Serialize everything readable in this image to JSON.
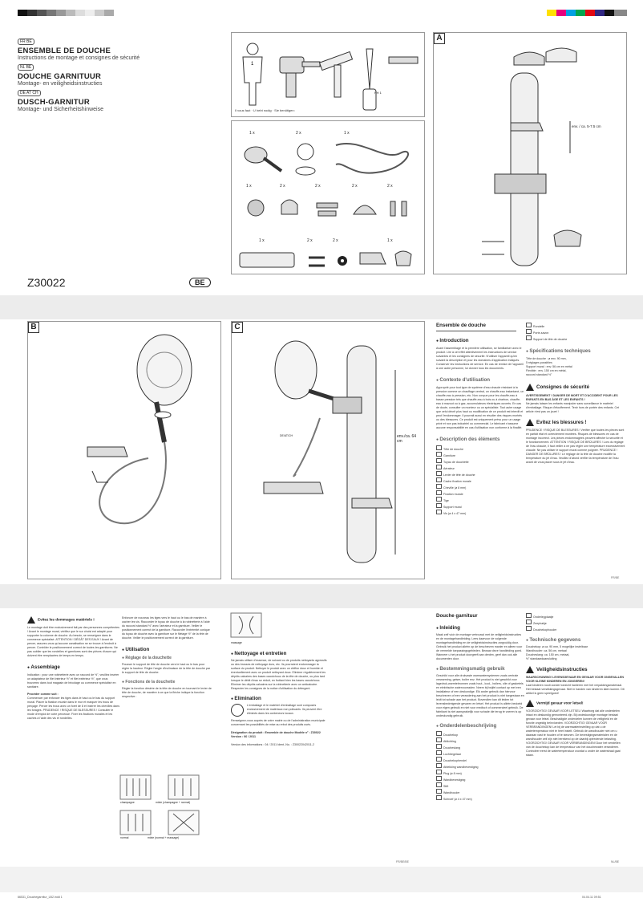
{
  "header": {
    "title_fr": "ENSEMBLE DE DOUCHE",
    "sub_fr": "Instructions de montage et consignes de sécurité",
    "title_nl": "DOUCHE GARNITUUR",
    "sub_nl": "Montage- en veiligheidsinstructies",
    "title_de": "DUSCH-GARNITUR",
    "sub_de": "Montage- und Sicherheitshinweise",
    "badges_fr": "FR BE",
    "badges_nl": "NL BE",
    "badges_de": "DE AT CH"
  },
  "model": "Z30022",
  "country_badge": "BE",
  "panel_labels": {
    "a": "A",
    "b": "B",
    "c": "C"
  },
  "tools_caption": "Il vous faut · U hebt nodig · Sie benötigen:",
  "tool_label": "PH 1",
  "counts": [
    "1 x",
    "2 x",
    "1 x",
    "1 x",
    "2 x",
    "2 x",
    "2 x",
    "2 x",
    "1 x",
    "2 x",
    "2 x",
    "1 x"
  ],
  "dimension_a": "env. / ca. 5-7.5 cm",
  "dimension_c": "env./ca. 64 cm",
  "dim_small": "DE/AT/CH",
  "fr": {
    "heading": "Ensemble de douche",
    "intro_title": "Introduction",
    "intro_text": "Avant l'assemblage et la première utilisation, se familiariser avec le produit. Lire à cet effet attentivement les instructions de service suivantes et les consignes de sécurité. N'utiliser l'appareil qu'en suivant la description et pour les domaines d'application indiqués. Conserver les instructions de service. En cas de remise de l'appareil à une autre personne, lui donner tous les documents.",
    "context_title": "Contexte d'utilisation",
    "context_text": "Approprié pour tout type de système d'eau chaude résistant à la pression comme un chauffage central, un chauffe-eau instantané, un chauffe-eau à pression, etc. Non conçue pour les chauffe-eau à basse pression tels que chauffe-eau à bois ou à charbon, chauffe-eau à mazout ou à gaz, accumulateurs électriques ouverts. En cas de doute, consulter un monteur ou un spécialiste. Tout autre usage que celui décrit plus haut ou modification de ce produit est interdit et peut l'endommager. Il pourrait aussi en résulter des risques mortels ou des blessures. Ce produit est uniquement prévu pour un usage privé et non pas industriel ou commercial. Le fabricant n'assume aucune responsabilité en cas d'utilisation non conforme à la finalité.",
    "parts_title": "Description des éléments",
    "parts": [
      "Tête de douche",
      "Garniture",
      "Tuyau de douchette",
      "Aérateur",
      "Levier de tête de douche",
      "Cache fixation murale",
      "Cheville (ø 8 mm)",
      "Fixation murale",
      "Tige",
      "Support mural",
      "Vis (ø 4 x 47 mm)"
    ],
    "parts_right": [
      "Rondelle",
      "Porte-savon",
      "Support de tête de douche"
    ],
    "spec_title": "Spécifications techniques",
    "spec_lines": [
      "Tête de douche :    ø env. 90 mm,",
      "5 réglages possibles",
      "Support mural :    env. 56 cm en métal",
      "Flexible :    env. 150 cm en métal,",
      "raccord standard ½\""
    ],
    "safety_title": "Consignes de sécurité",
    "danger_line": "AVERTISSEMENT ! DANGER DE MORT ET D'ACCIDENT POUR LES ENFANTS EN BAS ÂGE ET LES ENFANTS !",
    "danger_text": "Ne jamais laisser les enfants manipuler sans surveillance le matériel d'emballage. Risque d'étouffement. Tenir hors de portée des enfants. Cet article n'est pas un jouet !",
    "injury_title": "Evitez les blessures !",
    "injury_text": "PRUDENCE ! RISQUE DE BLESSURES ! Vérifier que toutes les pièces sont en parfait état et correctement montées. Risques de blessures en cas de montage incorrect. Les pièces endommagées peuvent affecter la sécurité et le fonctionnement. ATTENTION ! RISQUE DE BRÛLURES ! Lors du réglage de l'eau chaude, il faut veiller à ne pas régler une température excessivement chaude. Ne pas utiliser le support mural comme poignée. PRUDENCE ! DANGER DE BRÛLURES ! Le réglage de la tête de douche modifie la température du jet d'eau. Veuillez d'abord vérifier la température de l'eau avant de vous placer sous le jet d'eau.",
    "page_num": "FR/BE",
    "col1_title": "Evitez les dommages matériels !",
    "col1_text": "Le montage doit être exclusivement fait par des personnes compétentes ! Avant le montage mural, vérifiez que le sur choisi est adapté pour supporter la colonne de douche. Au besoin, se renseigner dans le commerce spécialisé. ATTENTION ! DÉGÂT DES EAUX ! Avant de percer, assurez-vous qu'aucune canalisation ne se trouve à l'endroit à percer. Contrôler le positionnement correct de toutes les garnitures. Ne pas oublier que les rondelles et garnitures sont des pièces d'usure qui doivent être remplacées de temps en temps.",
    "assembly_title": "Assemblage",
    "assembly_text": "Indication : pour une robinetterie avec un raccord de ½\", veuillez insérer un adaptateur de filet intérieur ½\" et filet extérieur ½\", que vous trouverez dans tout magasin de bricolage ou commerce spécialisé en sanitaire.",
    "proceed_title": "Procéder comme suit :",
    "proceed_text": "Commencer par enfoncer les tiges dans le haut ou le bas du support mural. Placer la fixation murale dans le mur et marquer les trous de perçage. Percer les trous avec un foret de 8 et insérer les chevilles dans les forages. PRUDENCE ! RISQUE DE BLESSURES ! Consulter le mode d'emploi de votre perceuse. Fixer les fixations murales et les caches à l'aide des vis et rondelles.",
    "col2_text": "Enfoncer de nouveau les tiges vers le haut ou le bas de manière à cacher les vis. Raccorder le tuyau de douche à la robinetterie à l'aide du raccord standard ½\" avec l'aérateur et la garniture. Veiller le positionnement correct de la garniture. Raccorder l'extrémité conique du tuyau de douche avec la garniture sur le filetage ½\" de la tête de douche. Veiller le positionnement correct de la garniture.",
    "usage_title": "Utilisation",
    "adjust_title": "Réglage de la douchette",
    "adjust_text": "Pousser le support de tête de douche vers le haut ou le bas pour régler la hauteur. Régler l'angle d'inclinaison de la tête de douche par le support de tête de douche.",
    "func_title": "Fonctions de la douchette",
    "func_text": "Régler la fonction désirée de la tête de douche en tournant le levier de tête de douche, de manière à ce que la flèche indique la fonction respective :",
    "modes": [
      "champagne",
      "mixte (champagne + normal)",
      "normal",
      "mixte (normal + massage)",
      "massage"
    ],
    "clean_title": "Nettoyage et entretien",
    "clean_text": "Ne jamais utiliser d'essence, de solvant ou de produits nettoyants agressifs ou des brosses de nettoyage durs, etc. Ils pourraient endommager la surface du produit. Nettoyer le produit avec un chiffon doux et humide et éventuellement avec un produit nettoyant doux. Eliminer régulièrement les dépôts calcaires des bases caoutchouc de la tête de douche, ou plus tard lorsque le débit d'eau se réduit, en frottant bien les bases caoutchouc. Eliminer les dépôts calcaires sur la robinetterie avec un anticalcaire. Respecter les consignes de la notice d'utilisation du détergent.",
    "disposal_title": "Elimination",
    "disposal_text": "L'emballage et le matériel d'emballage sont composés exclusivement de matériaux non polluants. Ils peuvent être éliminés dans les conteneurs locaux.",
    "disposal_text2": "Renseignez-vous auprès de votre mairie ou de l'administration municipale concernant les possibilités de mise au rebut des produits usés.",
    "designation": "Désignation du produit : Ensemble de douche Modèle n° : Z30022 Version : 06 / 2011",
    "version": "Version des informations : 04 / 2011 Ident.-No. : Z30022042011-2",
    "page_num2": "FR/BE/BE"
  },
  "nl": {
    "heading": "Douche garnituur",
    "intro_title": "Inleiding",
    "intro_text": "Maak zelf vóór de montage vertrouwd met de veiligheidsinstructies en de montagehandleiding. Lees daarvoor de volgende montagehandleiding en de veiligheidsinstructies zorgvuldig door. Gebruik het product alléén op de beschreven manier en alleen voor de vermelde toepassingsgebieden. Bewaar deze handleiding goed. Wanneer u het product doorgeeft aan derden, geef dan ook alle documenten door.",
    "use_title": "Bestemmingsmatig gebruik",
    "use_text": "Geschikt voor alle drukvaste warmwatersystemen zoals centrale verwarming, geiser, boiler enz. Het product is niet geschikt voor lagedruk-warmtebronnen zoals hout-, kool-, boilers, olie of gasketels en elektrische watervoorraden. Neem bij twijfel contact op met een installateur of een deskundige. Elk ander gebruik dan hiervoor beschreven of een verandering aan het product is niet toegestaan en leidt tot schade aan het product. Bovendien kan dit leiden tot levensbedreigende gevaren en letsel. Het product is alléén bedoeld voor eigen gebruik en niet voor medisch of commercieel gebruik. De fabrikant is niet aansprakelijk voor schade die terug te voeren is op ondeskundig gebruik.",
    "parts_title": "Onderdelenbeschrijving",
    "parts": [
      "Douchekop",
      "Afdichting",
      "Doucheslang",
      "Luchtregelaar",
      "Douchekophendel",
      "Afdekking wandbevestiging",
      "Plug (ø 8 mm)",
      "Wandbevestiging",
      "Stift",
      "Wandhouder",
      "Schroef (ø 4 x 47 mm)"
    ],
    "parts_right": [
      "Onderlegplaatje",
      "Zeephakje",
      "Douchekophouder"
    ],
    "spec_title": "Technische gegevens",
    "spec_lines": [
      "Douchekop:    ø ca. 90 mm, 5 mogelijke instelbaar",
      "Wandhouder:    ca. 56 cm, metaal",
      "Doucheslang:    ca. 150 cm, metaal,",
      "½\" standaardaansluiting"
    ],
    "safety_title": "Veiligheidsinstructies",
    "danger_line": "WAARSCHUWING! LEVENSGEVAAR EN GEVAAR VOOR ONGEVALLEN VOOR KLEINE KINDEREN EN JONGEREN!",
    "danger_text": "Laat kinderen nooit zonder toezicht hanteren met het verpakkingsmateriaal. Het bestaat verstikkingsgevaar. Niet in handen van kinderen laten komen. Dit artikel is geen speelgoed!",
    "injury_title": "Vermijd gevaar voor letsel!",
    "injury_text": "VOORZICHTIG! GEVAAR VOOR LETSEL! Waarborg dat alle onderdelen intact en deskundig gemonteerd zijn. Bij ondeskundige montage bestaat gevaar voor letsel. Beschadigde onderdelen kunnen de veiligheid en de functie ongeldig beïnvloeden. VOORZICHTIG! GEVAAR VOOR VERBRANDINGEN! Let bij de warmwaterinstelling op dat u de watertemperatuur niet te heet instelt. Gebruik de wandhouder niet om u daaraan vast te houden of te steunen. De bevestigingsmaterialen en de wandhouder zelf zijn niet berekend op de daarbij optredende belasting. VOORZICHTIG! GEVAAR VOOR VERBRANDINGEN! Door het verstellen van de douchekop kan de temperatuur van het douchewater veranderen. Controleer eerst de watertemperatuur voordat u onder de waterstraal gaat staan.",
    "page_num": "NL/BE"
  },
  "footer": {
    "left": "66531_Douchegarnitur_LB2.indd 1",
    "right": "04.04.11 09:51"
  }
}
